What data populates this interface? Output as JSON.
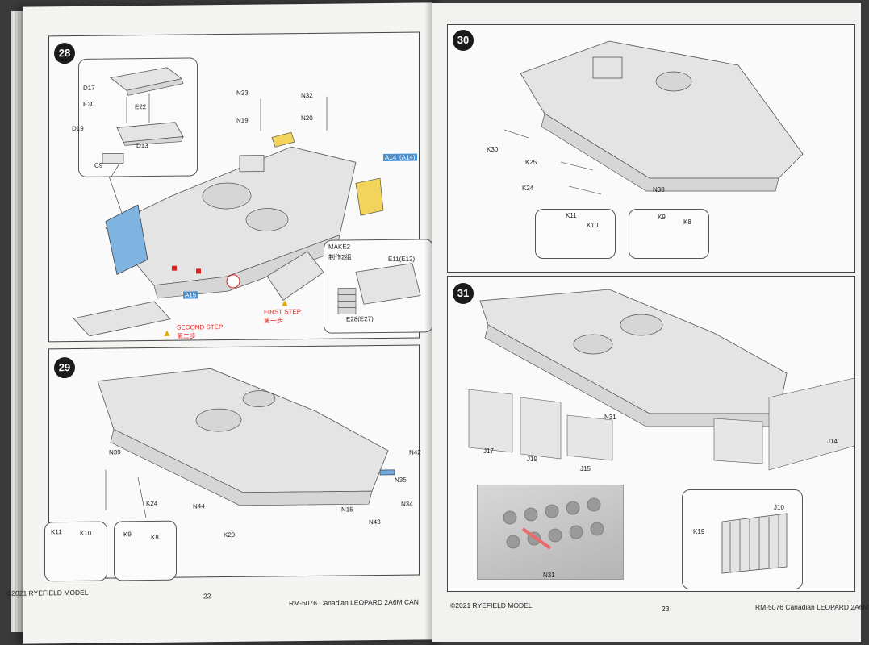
{
  "left_page": {
    "page_number": "22",
    "footer_left": "©2021 RYEFIELD MODEL",
    "footer_right": "RM-5076 Canadian LEOPARD 2A6M CAN",
    "step28": {
      "badge": "28",
      "labels": [
        "D17",
        "E30",
        "E22",
        "D19",
        "D13",
        "C9",
        "N33",
        "N19",
        "N32",
        "N20"
      ],
      "tag_a14": "A14",
      "tag_a14b": "(A14)",
      "tag_a15": "A15",
      "make2": "MAKE2",
      "make2_cn": "制作2组",
      "e11": "E11(E12)",
      "e28": "E28(E27)",
      "second_step": "SECOND STEP",
      "second_step_cn": "第二步",
      "first_step": "FIRST STEP",
      "first_step_cn": "第一步"
    },
    "step29": {
      "badge": "29",
      "labels": [
        "N39",
        "N42",
        "N35",
        "K24",
        "N44",
        "N34",
        "N15",
        "N43",
        "K29",
        "K11",
        "K10",
        "K9",
        "K8"
      ]
    }
  },
  "right_page": {
    "page_number": "23",
    "footer_left": "©2021 RYEFIELD MODEL",
    "footer_right": "RM-5076 Canadian LEOPARD 2A6M",
    "step30": {
      "badge": "30",
      "labels": [
        "K30",
        "K25",
        "K24",
        "N38",
        "K11",
        "K10",
        "K9",
        "K8"
      ]
    },
    "step31": {
      "badge": "31",
      "labels": [
        "N31",
        "J17",
        "J19",
        "J15",
        "J14",
        "J10",
        "K19",
        "N31"
      ]
    }
  }
}
